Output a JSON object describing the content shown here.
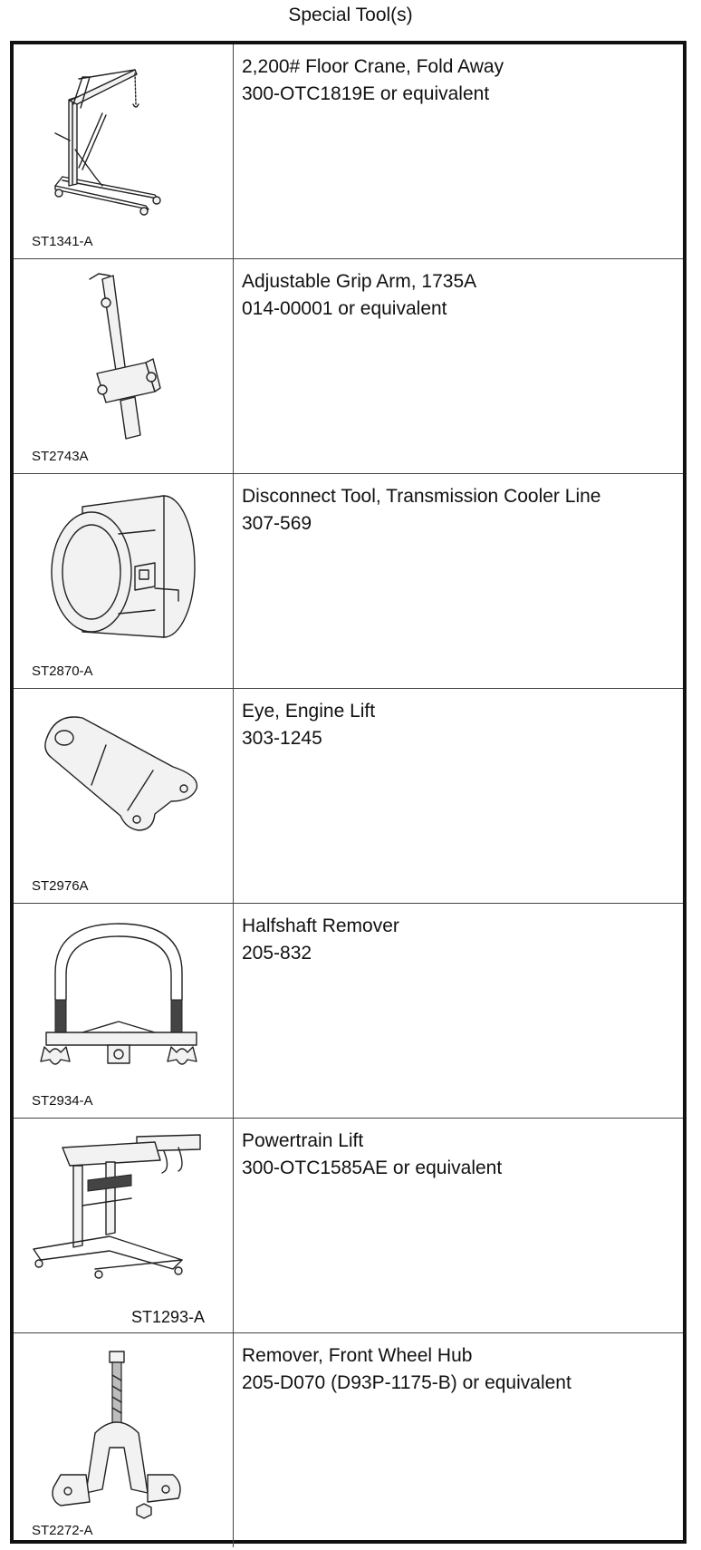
{
  "page": {
    "title": "Special Tool(s)"
  },
  "tools": [
    {
      "code": "ST1341-A",
      "name": "2,200# Floor Crane, Fold Away",
      "number": "300-OTC1819E or equivalent",
      "icon": "floor-crane-icon"
    },
    {
      "code": "ST2743A",
      "name": "Adjustable Grip Arm, 1735A",
      "number": "014-00001 or equivalent",
      "icon": "grip-arm-icon"
    },
    {
      "code": "ST2870-A",
      "name": "Disconnect Tool, Transmission Cooler Line",
      "number": "307-569",
      "icon": "disconnect-tool-icon"
    },
    {
      "code": "ST2976A",
      "name": "Eye, Engine Lift",
      "number": "303-1245",
      "icon": "engine-lift-eye-icon"
    },
    {
      "code": "ST2934-A",
      "name": "Halfshaft Remover",
      "number": "205-832",
      "icon": "halfshaft-remover-icon"
    },
    {
      "code": "ST1293-A",
      "name": "Powertrain Lift",
      "number": "300-OTC1585AE or equivalent",
      "icon": "powertrain-lift-icon"
    },
    {
      "code": "ST2272-A",
      "name": "Remover, Front Wheel Hub",
      "number": "205-D070 (D93P-1175-B) or equivalent",
      "icon": "wheel-hub-remover-icon"
    }
  ]
}
